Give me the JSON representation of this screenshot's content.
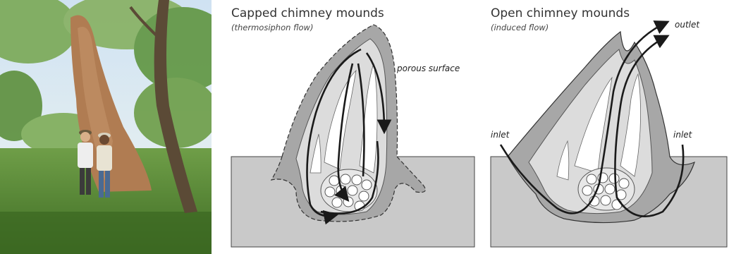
{
  "left_panel": {
    "title": "Capped chimney mounds",
    "subtitle": "(thermosiphon flow)",
    "labels": {
      "porous_surface": "porous surface"
    }
  },
  "right_panel": {
    "title": "Open chimney mounds",
    "subtitle": "(induced flow)",
    "labels": {
      "outlet": "outlet",
      "inlet_left": "inlet",
      "inlet_right": "inlet"
    }
  },
  "colors": {
    "sky": "#e3eef6",
    "foliage": "#6f9e48",
    "grass": "#4d7f2c",
    "mound_earth": "#b07c52",
    "tree_trunk": "#5b4a36",
    "ground_fill": "#c9c9c9",
    "outer_mound": "#a7a7a7",
    "inner_mound": "#dcdcdc",
    "gallery_white": "#ffffff",
    "flow_line": "#1a1a1a"
  }
}
